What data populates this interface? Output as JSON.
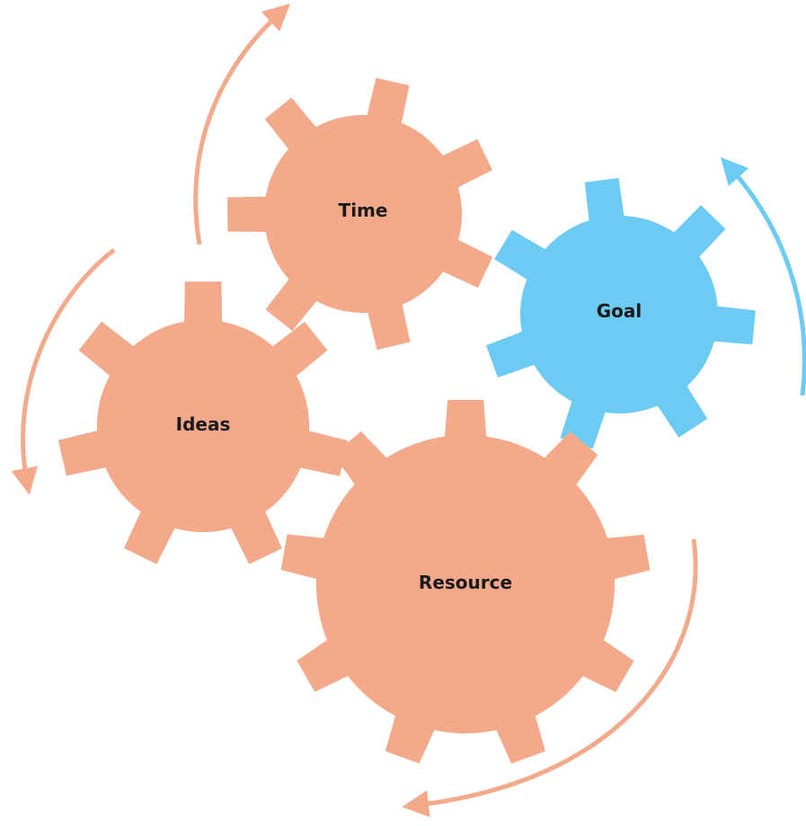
{
  "colors": {
    "gear_primary": "#F4A98A",
    "gear_accent": "#6BCBF3",
    "background": "#FFFFFF",
    "label": "#1A1A1A"
  },
  "gears": [
    {
      "id": "time",
      "label": "Time",
      "color": "gear_primary"
    },
    {
      "id": "goal",
      "label": "Goal",
      "color": "gear_accent"
    },
    {
      "id": "ideas",
      "label": "Ideas",
      "color": "gear_primary"
    },
    {
      "id": "resource",
      "label": "Resource",
      "color": "gear_primary"
    }
  ],
  "arrows": [
    {
      "id": "top-left",
      "direction": "up",
      "color": "gear_primary"
    },
    {
      "id": "left",
      "direction": "down",
      "color": "gear_primary"
    },
    {
      "id": "right",
      "direction": "up",
      "color": "gear_accent"
    },
    {
      "id": "bottom",
      "direction": "left",
      "color": "gear_primary"
    }
  ]
}
